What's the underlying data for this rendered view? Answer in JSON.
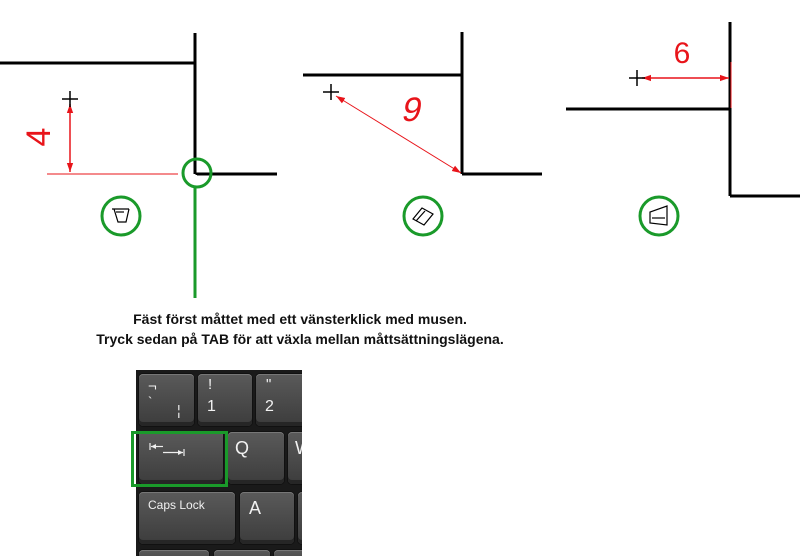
{
  "colors": {
    "dimension": "#e8141a",
    "highlight": "#1a9a2a",
    "line": "#000000"
  },
  "figures": [
    {
      "label": "4",
      "mode_icon": "vertical-dimension-icon"
    },
    {
      "label": "9",
      "mode_icon": "aligned-dimension-icon"
    },
    {
      "label": "6",
      "mode_icon": "horizontal-dimension-icon"
    }
  ],
  "instructions": {
    "line1": "Fäst först måttet med ett vänsterklick med musen.",
    "line2": "Tryck sedan på TAB för att växla mellan måttsättningslägena."
  },
  "keyboard": {
    "keys": {
      "backtick_top": "¬",
      "backtick_left": "`",
      "backtick_right": "¦",
      "one_top": "!",
      "one_bottom": "1",
      "two_top": "\"",
      "two_bottom": "2",
      "tab_icon": "tab-arrows-icon",
      "q": "Q",
      "w": "W",
      "caps": "Caps Lock",
      "a": "A"
    },
    "highlighted_key": "tab"
  }
}
